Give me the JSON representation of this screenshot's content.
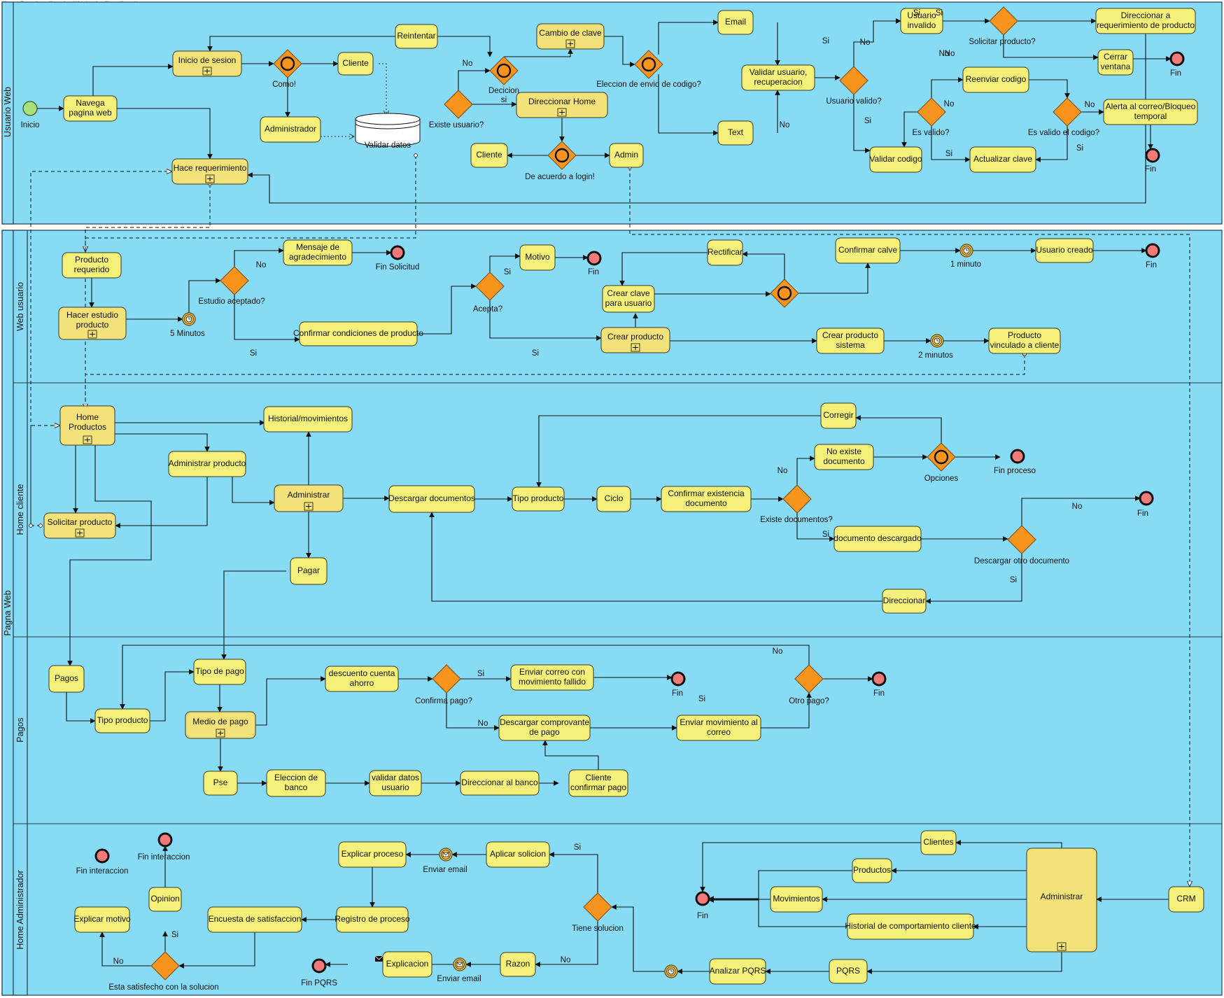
{
  "watermark": "Visual Paradigm Standard(Alejandro Diaz(Sena))",
  "pools": [
    {
      "label": "Usuario Web"
    },
    {
      "label": "Pagna Web"
    }
  ],
  "lanes": [
    {
      "label": "Web usuario"
    },
    {
      "label": "Home cliente"
    },
    {
      "label": "Pagos"
    },
    {
      "label": "Home Administrador"
    }
  ],
  "tasks": [
    {
      "text": [
        "Navega",
        "pagina web"
      ]
    },
    {
      "text": [
        "Inicio de sesion"
      ],
      "subprocess": true
    },
    {
      "text": [
        "Hace requerimiento"
      ],
      "subprocess": true
    },
    {
      "text": [
        "Cliente"
      ]
    },
    {
      "text": [
        "Administrador"
      ]
    },
    {
      "text": [
        "Reintentar"
      ]
    },
    {
      "text": [
        "Cambio de clave"
      ],
      "subprocess": true
    },
    {
      "text": [
        "Direccionar Home"
      ],
      "subprocess": true
    },
    {
      "text": [
        "Cliente"
      ]
    },
    {
      "text": [
        "Admin"
      ]
    },
    {
      "text": [
        "Email"
      ]
    },
    {
      "text": [
        "Text"
      ]
    },
    {
      "text": [
        "Validar usuario,",
        "recuperacion"
      ]
    },
    {
      "text": [
        "Usuario",
        "invalido"
      ]
    },
    {
      "text": [
        "Direccionar a",
        "requerimiento de producto"
      ]
    },
    {
      "text": [
        "Cerrar",
        "ventana"
      ]
    },
    {
      "text": [
        "Reenviar codigo"
      ]
    },
    {
      "text": [
        "Alerta al correo/Bloqueo",
        "temporal"
      ]
    },
    {
      "text": [
        "Validar codigo"
      ]
    },
    {
      "text": [
        "Actualizar clave"
      ]
    },
    {
      "text": [
        "Producto",
        "requerido"
      ]
    },
    {
      "text": [
        "Hacer estudio",
        "producto"
      ],
      "subprocess": true
    },
    {
      "text": [
        "Mensaje de",
        "agradecimiento"
      ]
    },
    {
      "text": [
        "Confirmar condiciones de producto"
      ]
    },
    {
      "text": [
        "Motivo"
      ]
    },
    {
      "text": [
        "Rectificar"
      ]
    },
    {
      "text": [
        "Crear clave",
        "para usuario"
      ]
    },
    {
      "text": [
        "Crear producto"
      ],
      "subprocess": true
    },
    {
      "text": [
        "Confirmar calve"
      ]
    },
    {
      "text": [
        "Usuario creado"
      ]
    },
    {
      "text": [
        "Crear producto",
        "sistema"
      ]
    },
    {
      "text": [
        "Producto",
        "vinculado a cliente"
      ]
    },
    {
      "text": [
        "Home",
        "Productos"
      ],
      "subprocess": true
    },
    {
      "text": [
        "Historial/movimientos"
      ]
    },
    {
      "text": [
        "Administrar producto"
      ]
    },
    {
      "text": [
        "Administrar"
      ],
      "subprocess": true
    },
    {
      "text": [
        "Solicitar producto"
      ],
      "subprocess": true
    },
    {
      "text": [
        "Pagar"
      ]
    },
    {
      "text": [
        "Descargar documentos"
      ]
    },
    {
      "text": [
        "Tipo producto"
      ]
    },
    {
      "text": [
        "Ciclo"
      ]
    },
    {
      "text": [
        "Confirmar existencia",
        "documento"
      ]
    },
    {
      "text": [
        "Corregir"
      ]
    },
    {
      "text": [
        "No existe",
        "documento"
      ]
    },
    {
      "text": [
        "documento descargado"
      ]
    },
    {
      "text": [
        "Direccionar"
      ]
    },
    {
      "text": [
        "Pagos"
      ]
    },
    {
      "text": [
        "Tipo producto"
      ]
    },
    {
      "text": [
        "Tipo de pago"
      ]
    },
    {
      "text": [
        "Medio de pago"
      ],
      "subprocess": true
    },
    {
      "text": [
        "descuento cuenta",
        "ahorro"
      ]
    },
    {
      "text": [
        "Enviar correo con",
        "movimiento fallido"
      ]
    },
    {
      "text": [
        "Descargar comprovante",
        "de pago"
      ]
    },
    {
      "text": [
        "Enviar movimiento al",
        "correo"
      ]
    },
    {
      "text": [
        "Pse"
      ]
    },
    {
      "text": [
        "Eleccion de",
        "banco"
      ]
    },
    {
      "text": [
        "validar datos",
        "usuario"
      ]
    },
    {
      "text": [
        "Direccionar al banco"
      ]
    },
    {
      "text": [
        "Cliente",
        "confirmar pago"
      ]
    },
    {
      "text": [
        "Explicar proceso"
      ]
    },
    {
      "text": [
        "Aplicar  solicion"
      ]
    },
    {
      "text": [
        "Registro de proceso"
      ]
    },
    {
      "text": [
        "Encuesta de satisfaccion"
      ]
    },
    {
      "text": [
        "Opinion"
      ]
    },
    {
      "text": [
        "Explicar motivo"
      ]
    },
    {
      "text": [
        "Explicacion"
      ]
    },
    {
      "text": [
        "Razon"
      ]
    },
    {
      "text": [
        "Clientes"
      ]
    },
    {
      "text": [
        "Productos"
      ]
    },
    {
      "text": [
        "Movimientos"
      ]
    },
    {
      "text": [
        "Historial de comportamiento cliente"
      ]
    },
    {
      "text": [
        "PQRS"
      ]
    },
    {
      "text": [
        "Analizar PQRS"
      ]
    },
    {
      "text": [
        "Administrar"
      ],
      "subprocess": true
    },
    {
      "text": [
        "CRM"
      ]
    }
  ],
  "datastore": {
    "label": "Validar datos"
  },
  "gateways": [
    {
      "label": [
        "Como!"
      ],
      "type": "event"
    },
    {
      "label": [
        "Decicion",
        "si"
      ],
      "type": "event"
    },
    {
      "label": [
        "Existe usuario?"
      ],
      "type": "exclusive"
    },
    {
      "label": [
        "De acuerdo a login!"
      ],
      "type": "event"
    },
    {
      "label": [
        "Eleccion de envio de codigo?"
      ],
      "type": "event"
    },
    {
      "label": [
        "Usuario valido?"
      ],
      "type": "exclusive"
    },
    {
      "label": [
        "Solicitar producto?"
      ],
      "type": "exclusive"
    },
    {
      "label": [
        "Es valido?"
      ],
      "type": "exclusive"
    },
    {
      "label": [
        "Es valido el codigo?"
      ],
      "type": "exclusive"
    },
    {
      "label": [
        "Estudio aceptado?"
      ],
      "type": "exclusive"
    },
    {
      "label": [
        "Acepta?"
      ],
      "type": "exclusive"
    },
    {
      "label": [],
      "type": "event"
    },
    {
      "label": [
        "Existe documentos?"
      ],
      "type": "exclusive"
    },
    {
      "label": [
        "Opciones"
      ],
      "type": "event"
    },
    {
      "label": [
        "Descargar otro documento"
      ],
      "type": "exclusive"
    },
    {
      "label": [
        "Confirma pago?"
      ],
      "type": "exclusive"
    },
    {
      "label": [
        "Otro pago?"
      ],
      "type": "exclusive"
    },
    {
      "label": [
        "Tiene solucion"
      ],
      "type": "exclusive"
    },
    {
      "label": [
        "Esta satisfecho con la solucion"
      ],
      "type": "exclusive"
    }
  ],
  "start_events": [
    {
      "label": "Inicio"
    }
  ],
  "end_events": [
    {
      "label": "Fin"
    },
    {
      "label": "Fin"
    },
    {
      "label": "Fin"
    },
    {
      "label": "Fin Solicitud"
    },
    {
      "label": "Fin"
    },
    {
      "label": "Fin"
    },
    {
      "label": "Fin proceso"
    },
    {
      "label": "Fin"
    },
    {
      "label": "Fin"
    },
    {
      "label": "Fin"
    },
    {
      "label": "Fin interaccion"
    },
    {
      "label": "Fin interaccion"
    },
    {
      "label": "Fin PQRS"
    },
    {
      "label": "Fin"
    }
  ],
  "intermediate_events": [
    {
      "label": "5 Minutos",
      "kind": "timer"
    },
    {
      "label": "1 minuto",
      "kind": "timer"
    },
    {
      "label": "2 minutos",
      "kind": "timer"
    },
    {
      "label": "Enviar email",
      "kind": "message"
    },
    {
      "label": "Enviar email",
      "kind": "message"
    },
    {
      "label": "",
      "kind": "timer"
    }
  ],
  "flow_labels": [
    "No",
    "No",
    "Si",
    "No",
    "Si",
    "Si",
    "No",
    "No",
    "Si",
    "No",
    "Si",
    "Si",
    "Si",
    "No",
    "Si",
    "No",
    "Si",
    "No",
    "Si",
    "No",
    "Si",
    "Si",
    "No",
    "Si",
    "No",
    "Si",
    "No",
    "Si",
    "No"
  ],
  "colors": {
    "pool": "#87dbf5",
    "task": "#f5f07a",
    "gateway": "#f7941d",
    "start": "#a6e27a",
    "end": "#f07a7a"
  }
}
